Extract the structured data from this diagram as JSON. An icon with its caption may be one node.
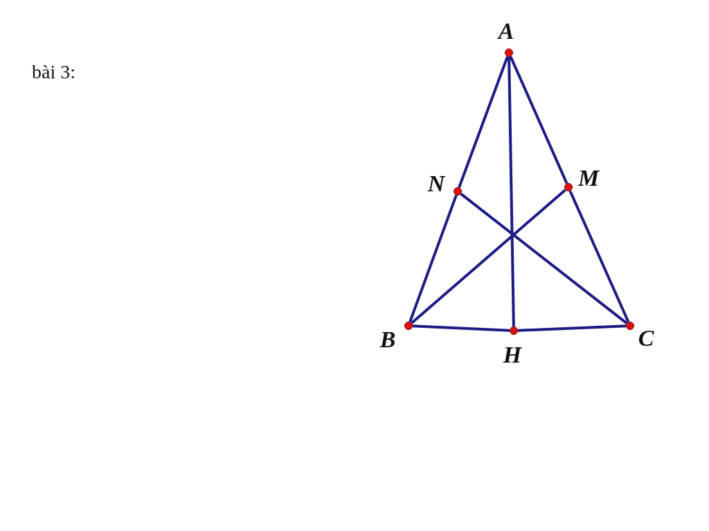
{
  "diagram": {
    "nodes": [
      {
        "text": [],
        "shape": "circle",
        "beside": [
          "A"
        ]
      },
      {
        "text": [],
        "shape": "circle",
        "beside": [
          "N"
        ]
      },
      {
        "text": [],
        "shape": "circle",
        "beside": [
          "M"
        ]
      },
      {
        "text": [],
        "shape": "circle",
        "beside": [
          "B"
        ]
      },
      {
        "text": [],
        "shape": "circle",
        "beside": [
          "H"
        ]
      },
      {
        "text": [],
        "shape": "circle",
        "beside": [
          "C"
        ]
      }
    ],
    "edges": [
      {
        "from": 0,
        "to": 1,
        "arrow": "none"
      },
      {
        "from": 1,
        "to": 3,
        "arrow": "none"
      },
      {
        "from": 0,
        "to": 2,
        "arrow": "none"
      },
      {
        "from": 2,
        "to": 5,
        "arrow": "none"
      },
      {
        "from": 3,
        "to": 4,
        "arrow": "none"
      },
      {
        "from": 4,
        "to": 5,
        "arrow": "none"
      },
      {
        "from": 0,
        "to": 4,
        "arrow": "none"
      },
      {
        "from": 1,
        "to": 5,
        "arrow": "none"
      },
      {
        "from": 3,
        "to": 2,
        "arrow": "none"
      }
    ],
    "labels": [
      "bài 3:"
    ]
  }
}
